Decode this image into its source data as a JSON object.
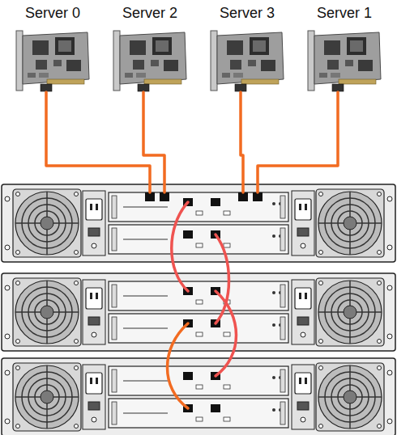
{
  "diagram": {
    "nodes": [
      {
        "text": [
          "Server 0"
        ]
      },
      {
        "text": [
          "Server 2"
        ]
      },
      {
        "text": [
          "Server 3"
        ]
      },
      {
        "text": [
          "Server 1"
        ]
      }
    ]
  }
}
